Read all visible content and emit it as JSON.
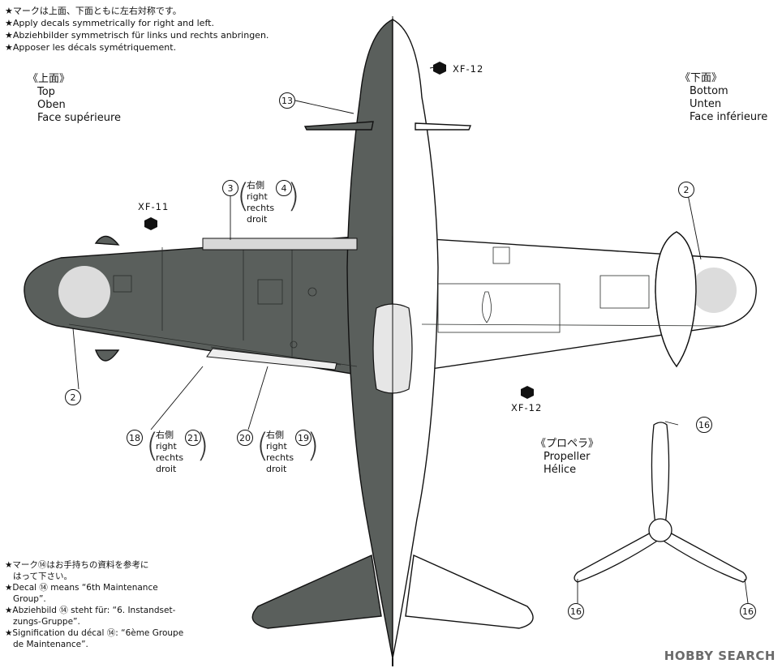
{
  "notes": {
    "line_ja": "★マークは上面、下面ともに左右対称です。",
    "line_en": "★Apply decals symmetrically for right and left.",
    "line_de": "★Abziehbilder symmetrisch für links und rechts anbringen.",
    "line_fr": "★Apposer les décals symétriquement."
  },
  "top_section": {
    "ja": "《上面》",
    "en": "Top",
    "de": "Oben",
    "fr": "Face supérieure"
  },
  "bottom_section": {
    "ja": "《下面》",
    "en": "Bottom",
    "de": "Unten",
    "fr": "Face inférieure"
  },
  "propeller_section": {
    "ja": "《プロペラ》",
    "en": "Propeller",
    "fr": "Hélice"
  },
  "codes": {
    "xf11": "XF-11",
    "xf12_top": "XF-12",
    "xf12_bottom": "XF-12"
  },
  "callouts": {
    "c13": "13",
    "c3": "3",
    "c4": "4",
    "c2_top": "2",
    "c2_bottom": "2",
    "c18": "18",
    "c21": "21",
    "c20": "20",
    "c19": "19",
    "c16_top": "16",
    "c16_left": "16",
    "c16_right": "16"
  },
  "right_label": {
    "ja": "右側",
    "en": "right",
    "de": "rechts",
    "fr": "droit"
  },
  "bottom_note": {
    "ja1": "★マーク⑭はお手持ちの資料を参考に",
    "ja2": "はって下さい。",
    "en1": "★Decal ⑭ means “6th Maintenance",
    "en2": "Group”.",
    "de1": "★Abziehbild ⑭ steht für: “6. Instandset-",
    "de2": "zungs-Gruppe”.",
    "fr1": "★Signification du décal ⑭: “6ème Groupe",
    "fr2": "de Maintenance”."
  },
  "watermark": "HOBBY SEARCH",
  "colors": {
    "upper_surface": "#5a5f5c",
    "lower_surface": "#ffffff",
    "hinomaru": "#dcdcdc",
    "line": "#111111"
  }
}
